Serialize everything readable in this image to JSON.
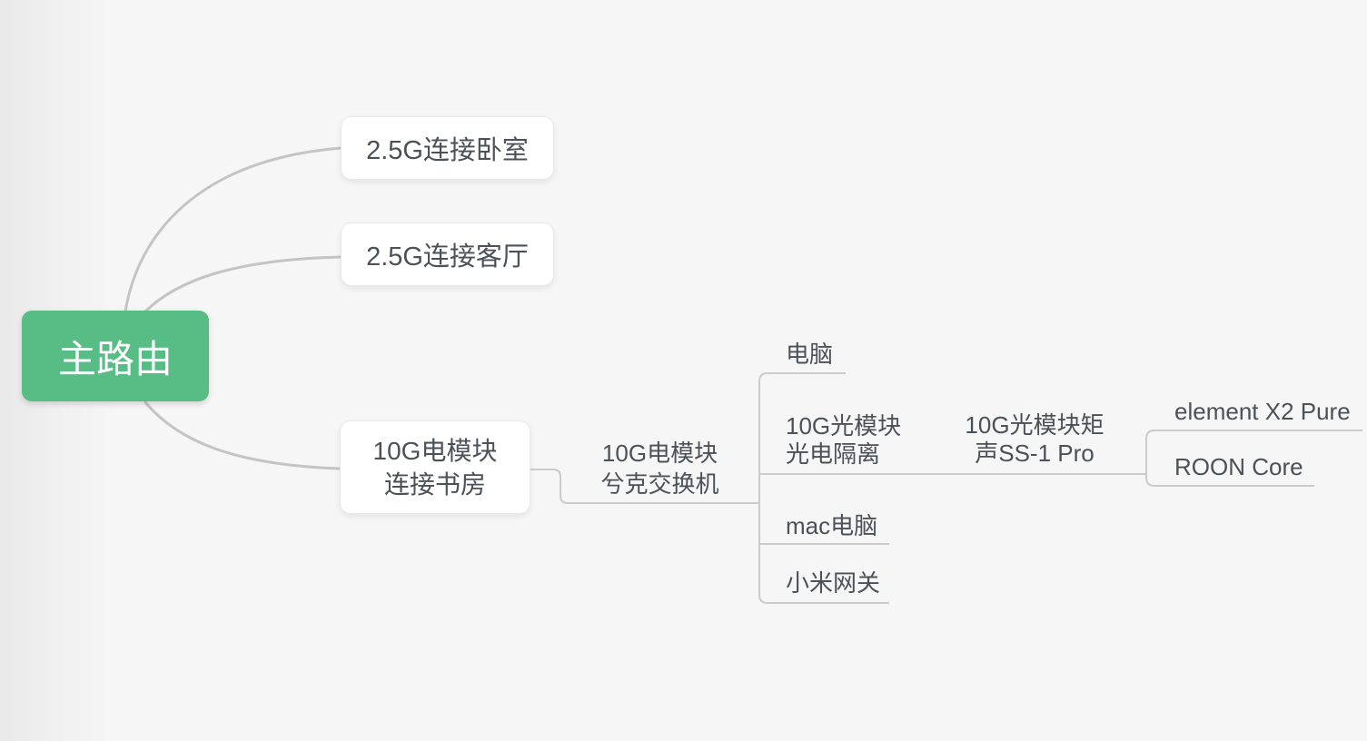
{
  "colors": {
    "root_bg": "#57bd85",
    "root_text": "#ffffff",
    "node_text": "#4b5157",
    "curve_line": "#c4c4c4",
    "elbow_line": "#cbcbcb",
    "box_bg": "#ffffff",
    "box_border": "#e9e9e9",
    "background": "#f6f6f6"
  },
  "mindmap": {
    "root": {
      "label": "主路由"
    },
    "nodes": {
      "bedroom": {
        "label": "2.5G连接卧室"
      },
      "livingroom": {
        "label": "2.5G连接客厅"
      },
      "study": {
        "label_line1": "10G电模块",
        "label_line2": "连接书房"
      },
      "switch": {
        "label_line1": "10G电模块",
        "label_line2": "兮克交换机"
      },
      "pc": {
        "label": "电脑"
      },
      "optical": {
        "label_line1": "10G光模块",
        "label_line2": "光电隔离"
      },
      "mac": {
        "label": "mac电脑"
      },
      "gateway": {
        "label": "小米网关"
      },
      "matrix": {
        "label_line1": "10G光模块矩",
        "label_line2": "声SS-1 Pro"
      },
      "element": {
        "label": "element X2 Pure"
      },
      "roon": {
        "label": "ROON Core"
      }
    }
  }
}
